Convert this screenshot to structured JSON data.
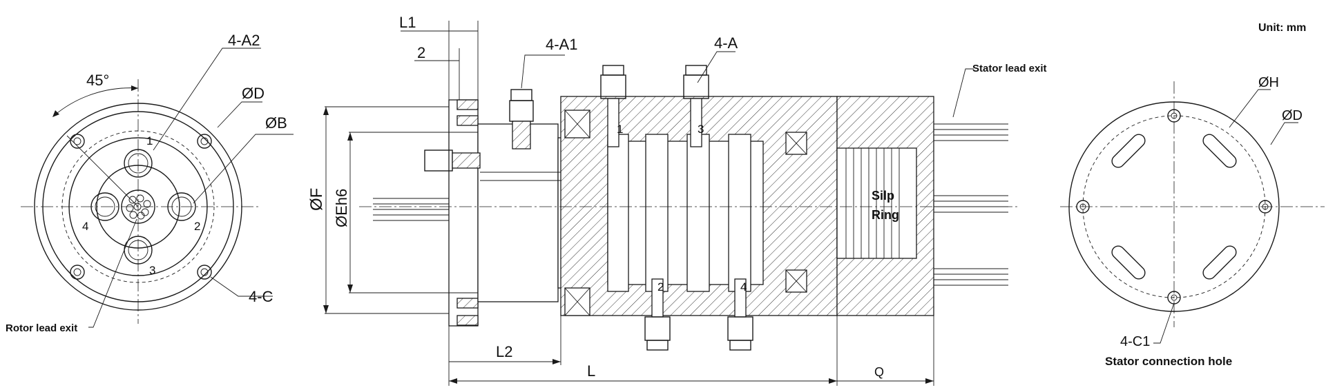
{
  "unit_label": "Unit: mm",
  "left_view": {
    "angle": "45°",
    "hole_label_a2": "4-A2",
    "dia_d": "ØD",
    "dia_b": "ØB",
    "hole_label_c": "4-C",
    "rotor_exit": "Rotor lead exit",
    "ports": [
      "1",
      "2",
      "3",
      "4"
    ]
  },
  "side_view": {
    "l1": "L1",
    "dim_2": "2",
    "hole_label_a1": "4-A1",
    "hole_label_a": "4-A",
    "dia_f": "ØF",
    "dia_e": "ØEh6",
    "l2": "L2",
    "l": "L",
    "q": "Q",
    "stator_exit": "Stator lead exit",
    "slip_ring_1": "Silp",
    "slip_ring_2": "Ring",
    "ports": [
      "1",
      "3",
      "2",
      "4"
    ]
  },
  "right_view": {
    "dia_h": "ØH",
    "dia_d": "ØD",
    "hole_label_c1": "4-C1",
    "stator_hole": "Stator connection hole"
  }
}
